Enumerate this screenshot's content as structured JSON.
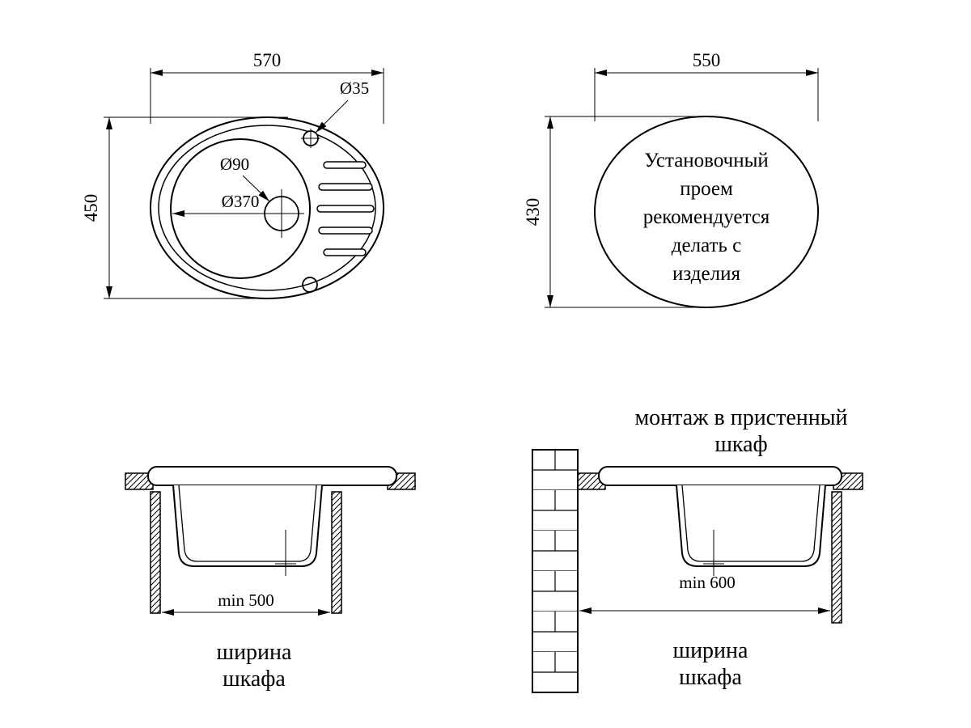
{
  "page": {
    "background": "#ffffff",
    "line_color": "#000000"
  },
  "top_view": {
    "width_dim": "570",
    "height_dim": "450",
    "faucet_hole_dim": "Ø35",
    "drain_dim": "Ø90",
    "bowl_dim": "Ø370"
  },
  "cutout_view": {
    "width_dim": "550",
    "height_dim": "430",
    "note_lines": [
      "Установочный",
      "проем",
      "рекомендуется",
      "делать с",
      "изделия"
    ]
  },
  "front_section": {
    "min_width": "min 500",
    "caption_lines": [
      "ширина",
      "шкафа"
    ]
  },
  "wall_section": {
    "title_lines": [
      "монтаж в пристенный",
      "шкаф"
    ],
    "min_width": "min 600",
    "caption_lines": [
      "ширина",
      "шкафа"
    ]
  }
}
